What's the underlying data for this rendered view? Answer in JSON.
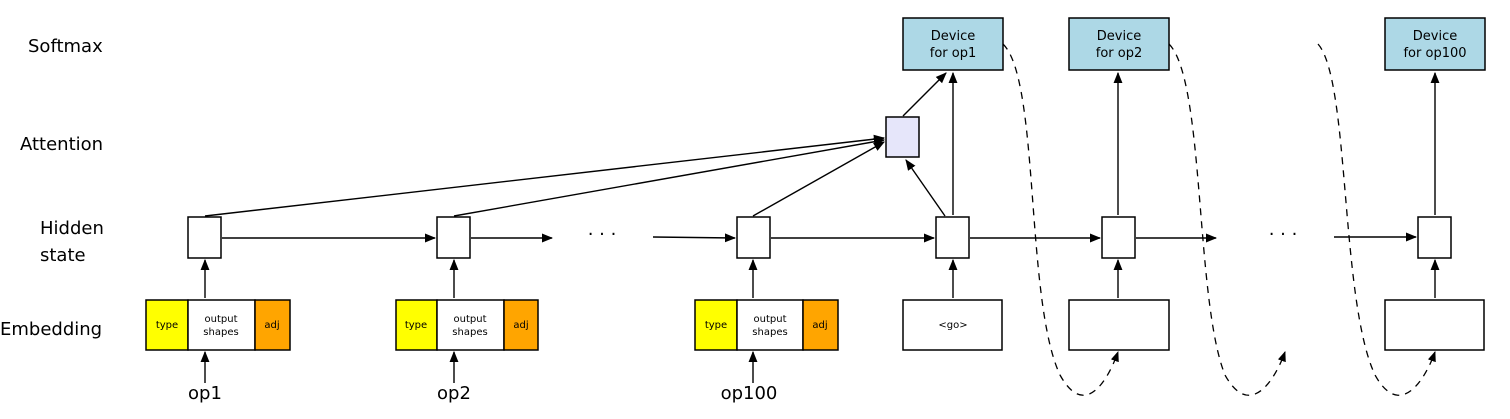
{
  "rows": {
    "softmax": "Softmax",
    "attention": "Attention",
    "hidden_line1": "Hidden",
    "hidden_line2": "state",
    "embedding": "Embedding"
  },
  "encoder": {
    "segment_type": "type",
    "segment_shapes_line1": "output",
    "segment_shapes_line2": "shapes",
    "segment_adj": "adj",
    "ops": [
      "op1",
      "op2",
      "op100"
    ]
  },
  "decoder": {
    "go_token": "<go>",
    "device_line1": "Device",
    "devices": [
      "for op1",
      "for op2",
      "for op100"
    ]
  },
  "ellipsis": "· · ·",
  "colors": {
    "type": "#ffff00",
    "adj": "#ffa500",
    "device": "#add8e6",
    "attention": "#e6e6fa"
  }
}
